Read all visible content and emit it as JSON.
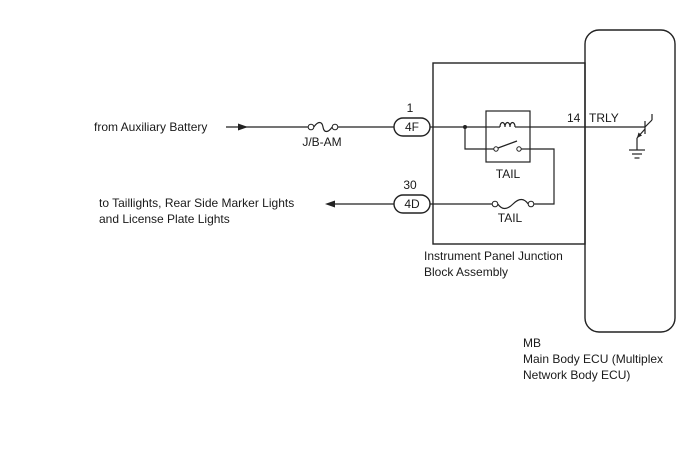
{
  "source_text": "from Auxiliary Battery",
  "fuse_main_label": "J/B-AM",
  "connector_in": {
    "pin": "1",
    "code": "4F"
  },
  "connector_out": {
    "pin": "30",
    "code": "4D"
  },
  "dest_text_line1": "to Taillights, Rear Side Marker Lights",
  "dest_text_line2": "and License Plate Lights",
  "relay_label": "TAIL",
  "fuse_tail_label": "TAIL",
  "ecu_pin": "14",
  "ecu_signal": "TRLY",
  "junction_block_line1": "Instrument Panel Junction",
  "junction_block_line2": "Block Assembly",
  "ecu_code": "MB",
  "ecu_name_line1": "Main Body ECU (Multiplex",
  "ecu_name_line2": "Network Body ECU)"
}
